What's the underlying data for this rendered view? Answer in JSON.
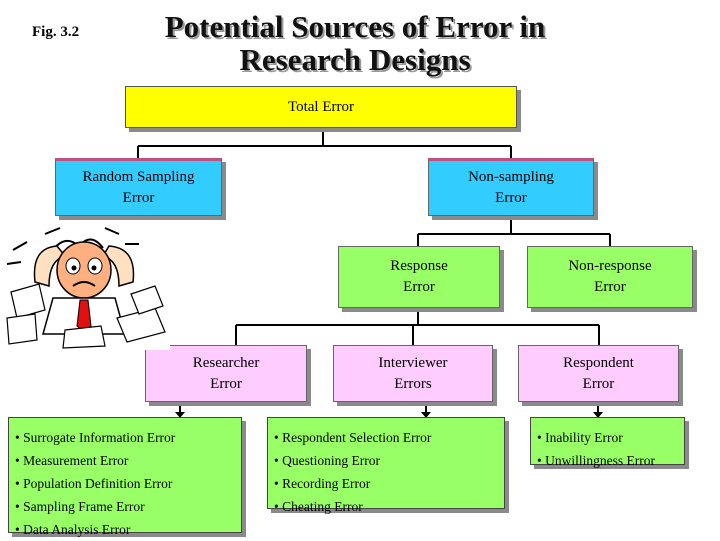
{
  "figure_label": "Fig. 3.2",
  "title": {
    "line1": "Potential Sources of Error in",
    "line2": "Research Designs"
  },
  "nodes": {
    "total_error": "Total Error",
    "random_sampling": {
      "line1": "Random Sampling",
      "line2": "Error"
    },
    "non_sampling": {
      "line1": "Non-sampling",
      "line2": "Error"
    },
    "response": {
      "line1": "Response",
      "line2": "Error"
    },
    "non_response": {
      "line1": "Non-response",
      "line2": "Error"
    },
    "researcher": {
      "line1": "Researcher",
      "line2": "Error"
    },
    "interviewer": {
      "line1": "Interviewer",
      "line2": "Errors"
    },
    "respondent": {
      "line1": "Respondent",
      "line2": "Error"
    }
  },
  "lists": {
    "researcher": [
      "• Surrogate Information Error",
      "• Measurement Error",
      "• Population Definition Error",
      "• Sampling Frame Error",
      "• Data Analysis Error"
    ],
    "interviewer": [
      "• Respondent Selection Error",
      "• Questioning Error",
      "• Recording Error",
      "• Cheating Error"
    ],
    "respondent": [
      "• Inability Error",
      "• Unwillingness Error"
    ]
  },
  "colors": {
    "total": "#ffff00",
    "level2": "#33ccff",
    "level3": "#99ff66",
    "level4": "#ffccff",
    "lists": "#99ff66"
  },
  "icons": {
    "clipart": "stressed-person-with-papers-icon"
  }
}
